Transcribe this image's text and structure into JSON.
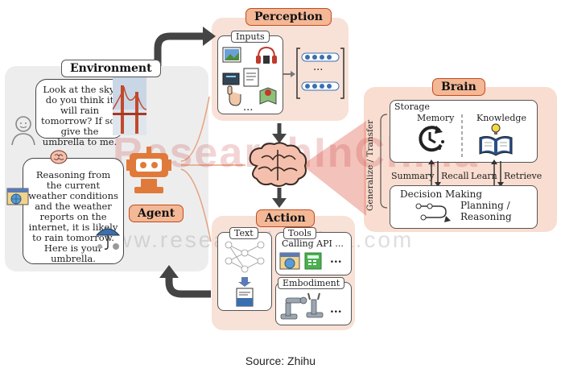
{
  "environment": {
    "title": "Environment",
    "user_bubble": "Look at the sky, do you think it will rain tomorrow? If so, give the umbrella to me.",
    "agent_bubble": "Reasoning from the current weather conditions and the weather reports on the internet, it is likely to rain tomorrow. Here is your umbrella."
  },
  "agent": {
    "label": "Agent"
  },
  "perception": {
    "title": "Perception",
    "inputs_label": "Inputs",
    "more": "...",
    "token_more": "..."
  },
  "action": {
    "title": "Action",
    "text_label": "Text",
    "tools_label": "Tools",
    "tools_calling": "Calling API ...",
    "tools_more": "...",
    "embodiment_label": "Embodiment",
    "embodiment_more": "..."
  },
  "brain": {
    "title": "Brain",
    "storage_label": "Storage",
    "memory_label": "Memory",
    "knowledge_label": "Knowledge",
    "summary_label": "Summary",
    "recall_label": "Recall",
    "learn_label": "Learn",
    "retrieve_label": "Retrieve",
    "decision_label": "Decision Making",
    "planning_label": "Planning / Reasoning",
    "generalize_label": "Generalize / Transfer"
  },
  "watermark": {
    "main": "ResearchInChina",
    "url": "www.researchinchina.com"
  },
  "source": "Source: Zhihu",
  "colors": {
    "accent": "#c44a1f",
    "tag_fill": "#f3b896",
    "panel_fill": "#f8e1d6",
    "env_fill": "#ededed",
    "arrow": "#444444",
    "brain_icon": "#f4c0ad"
  }
}
